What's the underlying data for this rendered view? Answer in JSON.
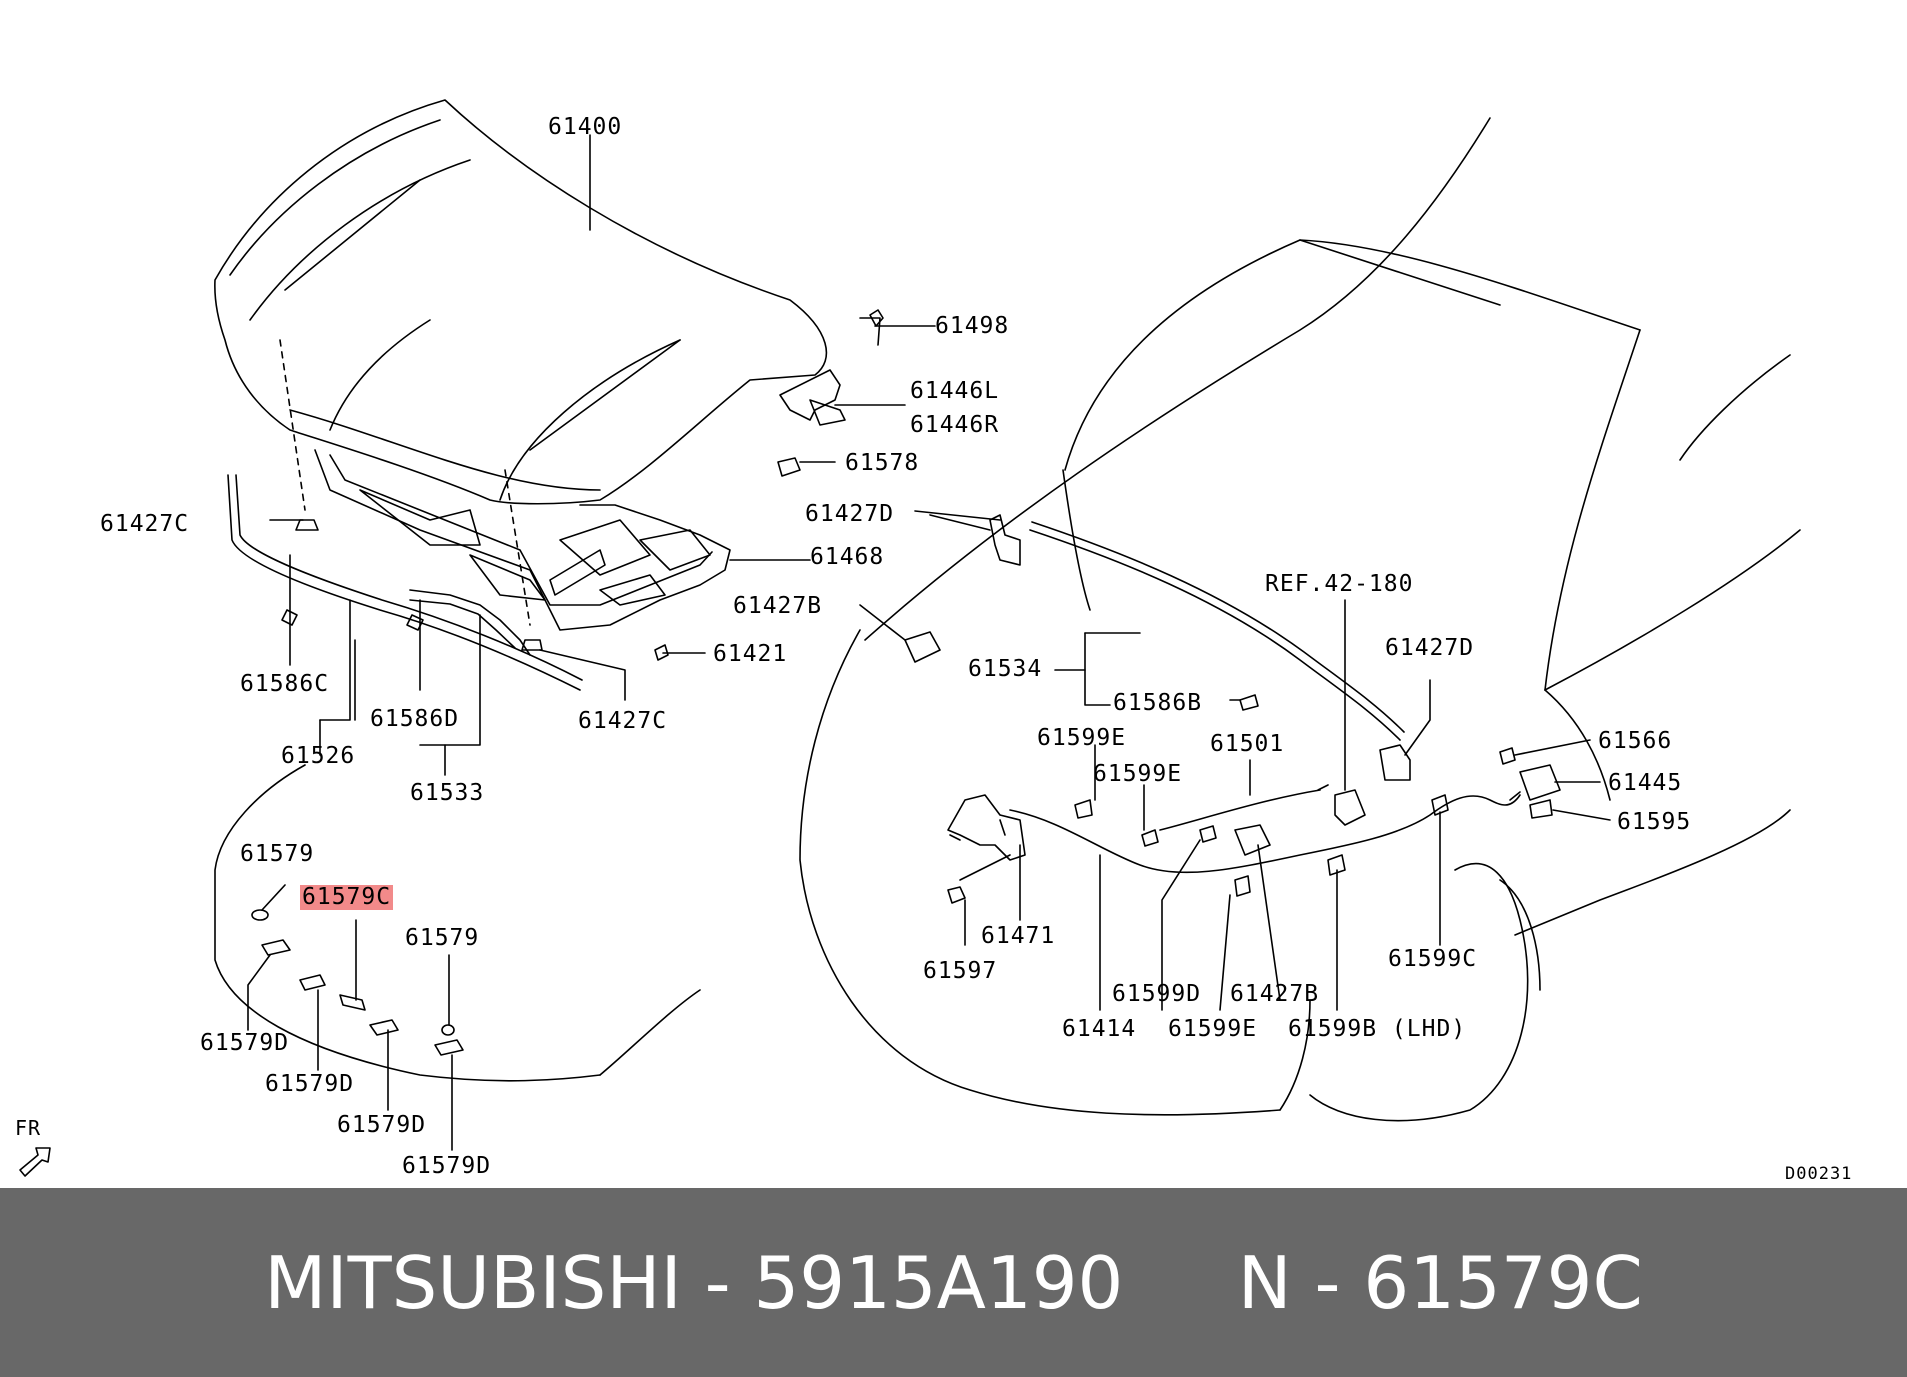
{
  "diagram": {
    "drawing_code": "D00231",
    "direction_marker": "FR",
    "highlight_color": "#f28a8a",
    "labels": [
      {
        "id": "l61400",
        "text": "61400"
      },
      {
        "id": "l61498",
        "text": "61498"
      },
      {
        "id": "l61446L",
        "text": "61446L"
      },
      {
        "id": "l61446R",
        "text": "61446R"
      },
      {
        "id": "l61578",
        "text": "61578"
      },
      {
        "id": "l61427C_a",
        "text": "61427C"
      },
      {
        "id": "l61468",
        "text": "61468"
      },
      {
        "id": "l61427D_a",
        "text": "61427D"
      },
      {
        "id": "l61427B_a",
        "text": "61427B"
      },
      {
        "id": "l61421",
        "text": "61421"
      },
      {
        "id": "l61586C",
        "text": "61586C"
      },
      {
        "id": "l61586D",
        "text": "61586D"
      },
      {
        "id": "l61427C_b",
        "text": "61427C"
      },
      {
        "id": "l61526",
        "text": "61526"
      },
      {
        "id": "l61533",
        "text": "61533"
      },
      {
        "id": "l61579_a",
        "text": "61579"
      },
      {
        "id": "l61579C",
        "text": "61579C",
        "highlighted": true
      },
      {
        "id": "l61579_b",
        "text": "61579"
      },
      {
        "id": "l61579D_a",
        "text": "61579D"
      },
      {
        "id": "l61579D_b",
        "text": "61579D"
      },
      {
        "id": "l61579D_c",
        "text": "61579D"
      },
      {
        "id": "l61579D_d",
        "text": "61579D"
      },
      {
        "id": "lREF",
        "text": "REF.42-180"
      },
      {
        "id": "l61427D_b",
        "text": "61427D"
      },
      {
        "id": "l61534",
        "text": "61534"
      },
      {
        "id": "l61586B",
        "text": "61586B"
      },
      {
        "id": "l61599E_a",
        "text": "61599E"
      },
      {
        "id": "l61599E_b",
        "text": "61599E"
      },
      {
        "id": "l61501",
        "text": "61501"
      },
      {
        "id": "l61566",
        "text": "61566"
      },
      {
        "id": "l61445",
        "text": "61445"
      },
      {
        "id": "l61595",
        "text": "61595"
      },
      {
        "id": "l61471",
        "text": "61471"
      },
      {
        "id": "l61597",
        "text": "61597"
      },
      {
        "id": "l61599D",
        "text": "61599D"
      },
      {
        "id": "l61427B_b",
        "text": "61427B"
      },
      {
        "id": "l61599C",
        "text": "61599C"
      },
      {
        "id": "l61414",
        "text": "61414"
      },
      {
        "id": "l61599E_c",
        "text": "61599E"
      },
      {
        "id": "l61599B",
        "text": "61599B (LHD)"
      }
    ]
  },
  "footer": {
    "text": "MITSUBISHI - 5915A190     N - 61579C"
  }
}
